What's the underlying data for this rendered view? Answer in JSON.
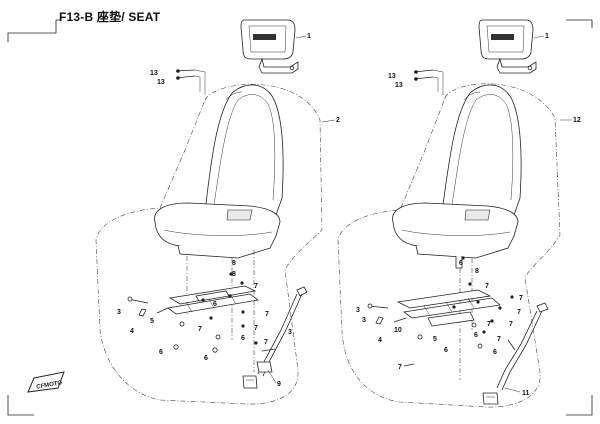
{
  "header": {
    "title": "F13-B 座垫/ SEAT"
  },
  "left_assembly": {
    "callouts": [
      "1",
      "13",
      "13",
      "2",
      "8",
      "8",
      "7",
      "7",
      "7",
      "7",
      "7",
      "5",
      "4",
      "3",
      "6",
      "6",
      "6",
      "6",
      "3",
      "9"
    ]
  },
  "right_assembly": {
    "callouts": [
      "1",
      "13",
      "13",
      "12",
      "6",
      "8",
      "7",
      "7",
      "7",
      "7",
      "7",
      "7",
      "3",
      "3",
      "10",
      "4",
      "5",
      "6",
      "6",
      "6",
      "7",
      "11"
    ]
  },
  "logo": {
    "text": "CFMOTO"
  }
}
